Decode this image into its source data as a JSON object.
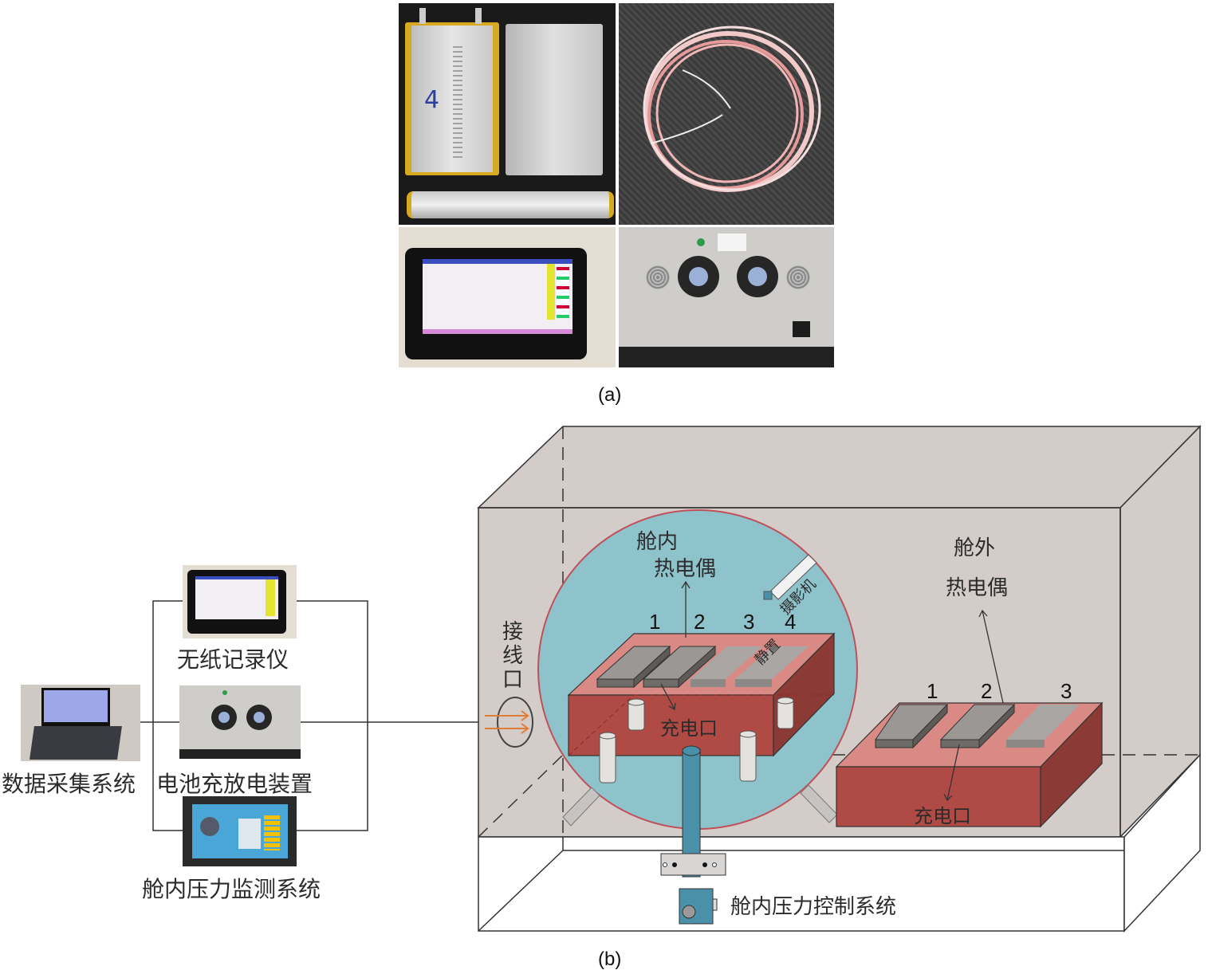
{
  "panel_a": {
    "caption": "(a)",
    "photos": [
      {
        "name": "pouch-batteries",
        "marker": "4"
      },
      {
        "name": "thermocouple-wire"
      },
      {
        "name": "paperless-recorder"
      },
      {
        "name": "charge-discharge-device"
      }
    ]
  },
  "panel_b": {
    "caption": "(b)",
    "left_system": {
      "recorder_label": "无纸记录仪",
      "charger_label": "电池充放电装置",
      "daq_label": "数据采集系统",
      "pressure_monitor_label": "舱内压力监测系统"
    },
    "chamber": {
      "wiring_port_label": "接线口",
      "inner": {
        "title_line1": "舱内",
        "title_line2": "热电偶",
        "camera_label": "摄影机",
        "cells": [
          "1",
          "2",
          "3",
          "4"
        ],
        "rest_label": "静置",
        "charge_port_label": "充电口"
      },
      "outer": {
        "title_line1": "舱外",
        "title_line2": "热电偶",
        "cells": [
          "1",
          "2",
          "3"
        ],
        "charge_port_label": "充电口"
      },
      "pressure_control_label": "舱内压力控制系统"
    },
    "colors": {
      "box_fill": "#d4ccc8",
      "chamber_fill": "#8fc3cb",
      "chamber_border": "#c0505a",
      "block_front": "#b04a45",
      "block_top": "#d98a85",
      "block_side": "#8c3a36",
      "cell_dark": "#8f8a88",
      "cell_light": "#b0aba8",
      "pipe": "#4a90a8",
      "arrow_orange": "#e07b39"
    }
  }
}
